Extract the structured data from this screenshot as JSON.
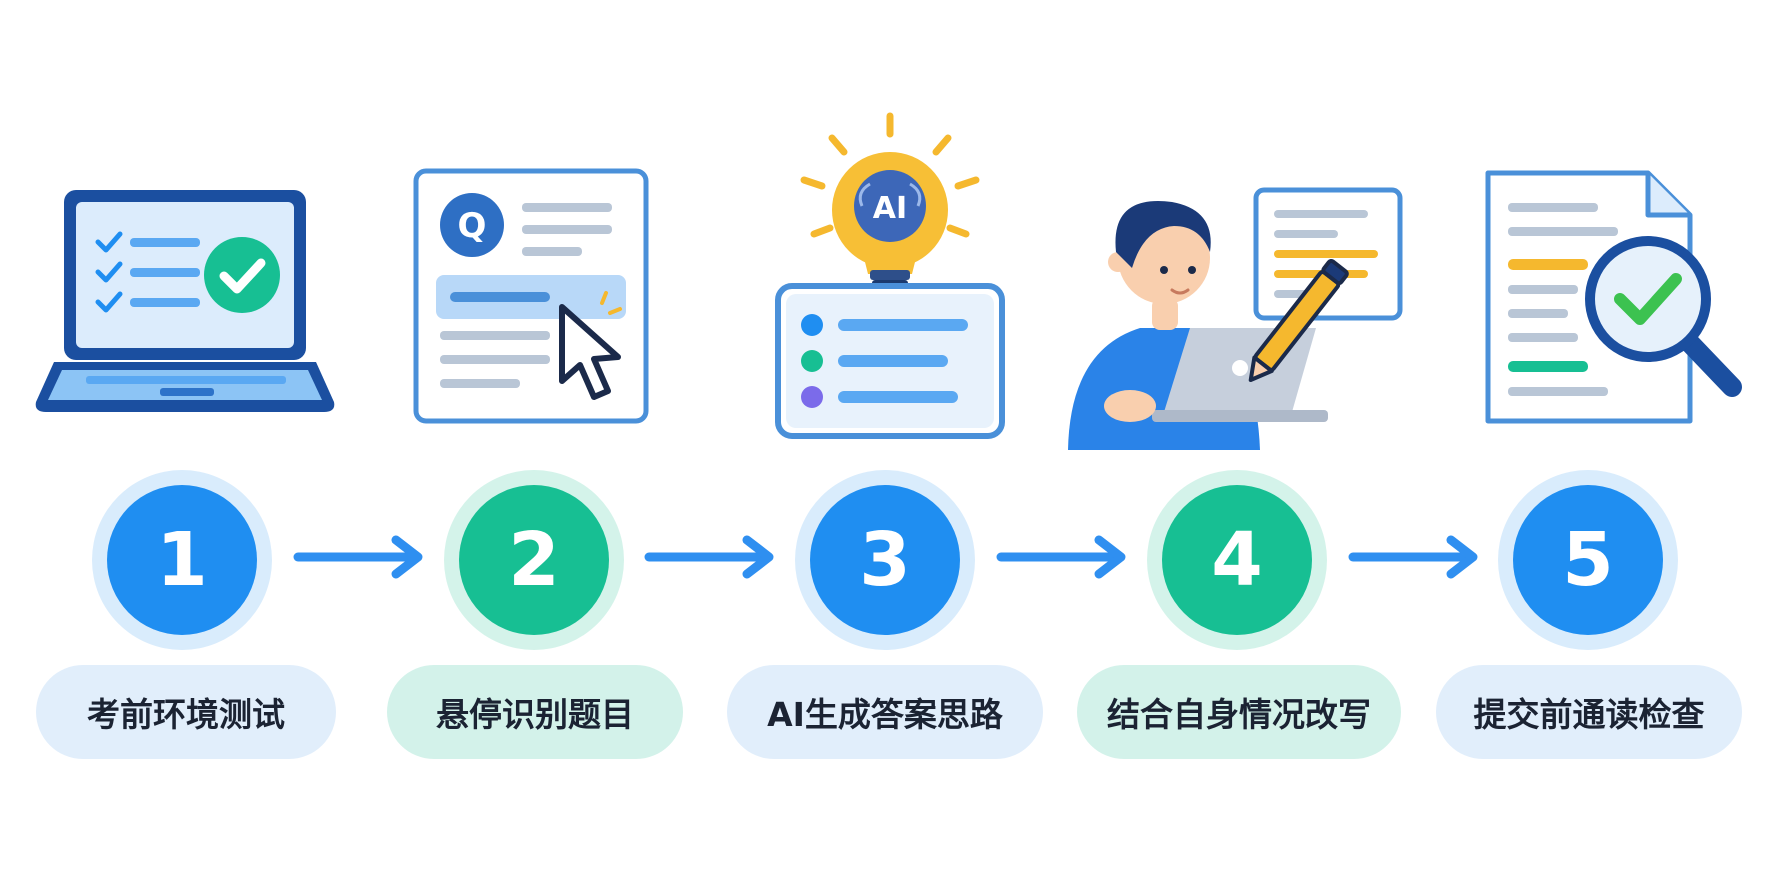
{
  "steps": [
    {
      "number": "1",
      "label": "考前环境测试",
      "theme": "blue",
      "icon": "laptop-checklist-icon"
    },
    {
      "number": "2",
      "label": "悬停识别题目",
      "theme": "green",
      "icon": "question-document-cursor-icon"
    },
    {
      "number": "3",
      "label": "AI生成答案思路",
      "theme": "blue",
      "icon": "ai-lightbulb-icon"
    },
    {
      "number": "4",
      "label": "结合自身情况改写",
      "theme": "green",
      "icon": "person-writing-icon"
    },
    {
      "number": "5",
      "label": "提交前通读检查",
      "theme": "blue",
      "icon": "document-magnifier-check-icon"
    }
  ],
  "icon_text": {
    "question_badge": "Q",
    "ai_badge": "AI"
  },
  "colors": {
    "blue": "#1f8ef1",
    "green": "#17bf93",
    "dark_blue": "#1b4fa0",
    "yellow": "#f5b82e"
  }
}
